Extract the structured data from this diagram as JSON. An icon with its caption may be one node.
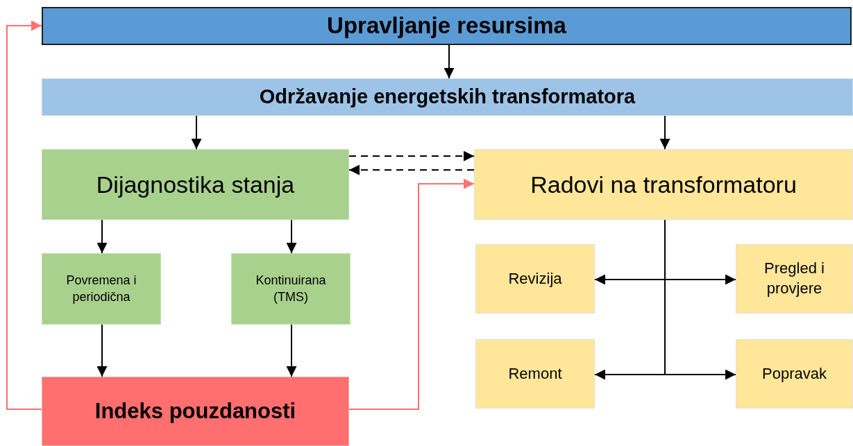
{
  "diagram": {
    "nodes": [
      {
        "text": [
          "Upravljanje resursima"
        ]
      },
      {
        "text": [
          "Održavanje energetskih transformatora"
        ]
      },
      {
        "text": [
          "Dijagnostika stanja"
        ]
      },
      {
        "text": [
          "Radovi na transformatoru"
        ]
      },
      {
        "text": [
          "Povremena i periodična"
        ]
      },
      {
        "text": [
          "Kontinuirana (TMS)"
        ]
      },
      {
        "text": [
          "Revizija"
        ]
      },
      {
        "text": [
          "Pregled i provjere"
        ]
      },
      {
        "text": [
          "Remont"
        ]
      },
      {
        "text": [
          "Popravak"
        ]
      },
      {
        "text": [
          "Indeks pouzdanosti"
        ]
      }
    ],
    "edges": [
      {
        "from": 0,
        "to": 1,
        "arrow": "to"
      },
      {
        "from": 1,
        "to": 2,
        "arrow": "to"
      },
      {
        "from": 1,
        "to": 3,
        "arrow": "to"
      },
      {
        "from": 2,
        "to": 3,
        "arrow": "to",
        "style": "dashed"
      },
      {
        "from": 3,
        "to": 2,
        "arrow": "to",
        "style": "dashed"
      },
      {
        "from": 2,
        "to": 4,
        "arrow": "to"
      },
      {
        "from": 2,
        "to": 5,
        "arrow": "to"
      },
      {
        "from": 4,
        "to": 10,
        "arrow": "to"
      },
      {
        "from": 5,
        "to": 10,
        "arrow": "to"
      },
      {
        "from": 10,
        "to": 3,
        "arrow": "to",
        "color": "#ff7070"
      },
      {
        "from": 10,
        "to": 0,
        "arrow": "to",
        "color": "#ff7070"
      },
      {
        "from": 3,
        "to": 6,
        "arrow": "to"
      },
      {
        "from": 3,
        "to": 7,
        "arrow": "to"
      },
      {
        "from": 3,
        "to": 8,
        "arrow": "to"
      },
      {
        "from": 3,
        "to": 9,
        "arrow": "to"
      }
    ]
  }
}
